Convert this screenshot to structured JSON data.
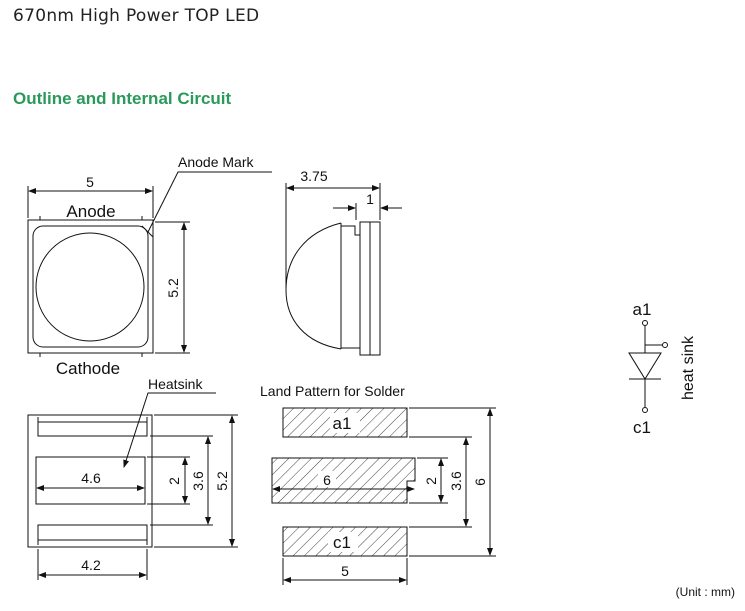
{
  "header": {
    "title": "670nm High Power TOP LED",
    "section_title": "Outline and Internal Circuit",
    "unit_note": "(Unit : mm)"
  },
  "top_view": {
    "anode_mark_label": "Anode Mark",
    "anode_label": "Anode",
    "cathode_label": "Cathode",
    "width_dim": "5",
    "height_dim": "5.2"
  },
  "side_view": {
    "depth_dim": "3.75",
    "base_dim": "1"
  },
  "bottom_view": {
    "heatsink_label": "Heatsink",
    "pad_width_dim": "4.6",
    "dim_2": "2",
    "dim_3_6": "3.6",
    "dim_5_2": "5.2",
    "bottom_width_dim": "4.2"
  },
  "land_pattern": {
    "title": "Land Pattern for Solder",
    "pad_a1": "a1",
    "pad_c1": "c1",
    "center_width_dim": "6",
    "dim_2": "2",
    "dim_3_6": "3.6",
    "dim_6": "6",
    "bottom_width_dim": "5"
  },
  "circuit": {
    "a1_label": "a1",
    "c1_label": "c1",
    "heat_sink_label": "heat sink"
  }
}
